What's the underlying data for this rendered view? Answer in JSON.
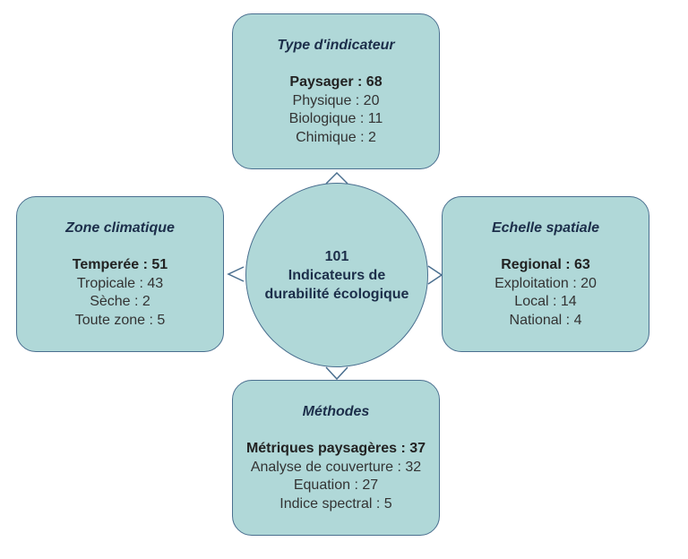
{
  "colors": {
    "fill": "#b0d8d8",
    "stroke": "#4a6f8f",
    "title_text": "#1c2e4a",
    "body_text": "#333333"
  },
  "center": {
    "lines": [
      "101",
      "Indicateurs de",
      "durabilité écologique"
    ]
  },
  "boxes": {
    "top": {
      "title": "Type d'indicateur",
      "items": [
        "Paysager : 68",
        "Physique : 20",
        "Biologique : 11",
        "Chimique : 2"
      ]
    },
    "left": {
      "title": "Zone climatique",
      "items": [
        "Temperée : 51",
        "Tropicale : 43",
        "Sèche : 2",
        "Toute zone : 5"
      ]
    },
    "right": {
      "title": "Echelle spatiale",
      "items": [
        "Regional : 63",
        "Exploitation : 20",
        "Local : 14",
        "National : 4"
      ]
    },
    "bottom": {
      "title": "Méthodes",
      "items": [
        "Métriques paysagères : 37",
        "Analyse de couverture : 32",
        "Equation : 27",
        "Indice spectral : 5"
      ]
    }
  }
}
